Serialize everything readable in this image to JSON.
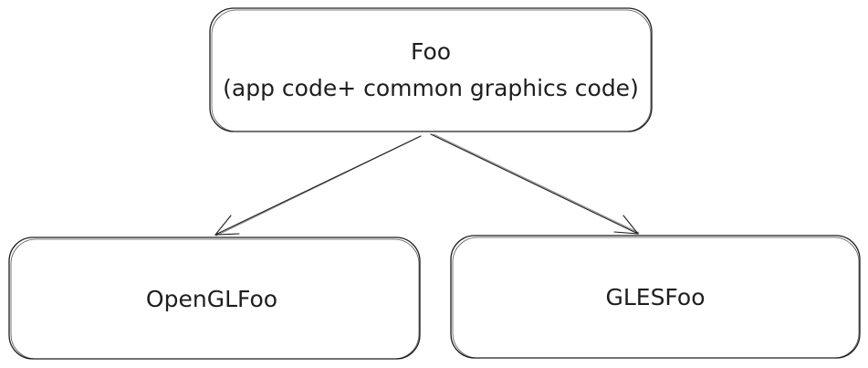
{
  "nodes": {
    "foo": {
      "title": "Foo",
      "subtitle": "(app code+ common graphics code)"
    },
    "opengl": {
      "label": "OpenGLFoo"
    },
    "gles": {
      "label": "GLESFoo"
    }
  },
  "edges": [
    {
      "from": "Foo",
      "to": "OpenGLFoo"
    },
    {
      "from": "Foo",
      "to": "GLESFoo"
    }
  ],
  "colors": {
    "stroke": "#1e1e1e",
    "background": "#ffffff"
  }
}
